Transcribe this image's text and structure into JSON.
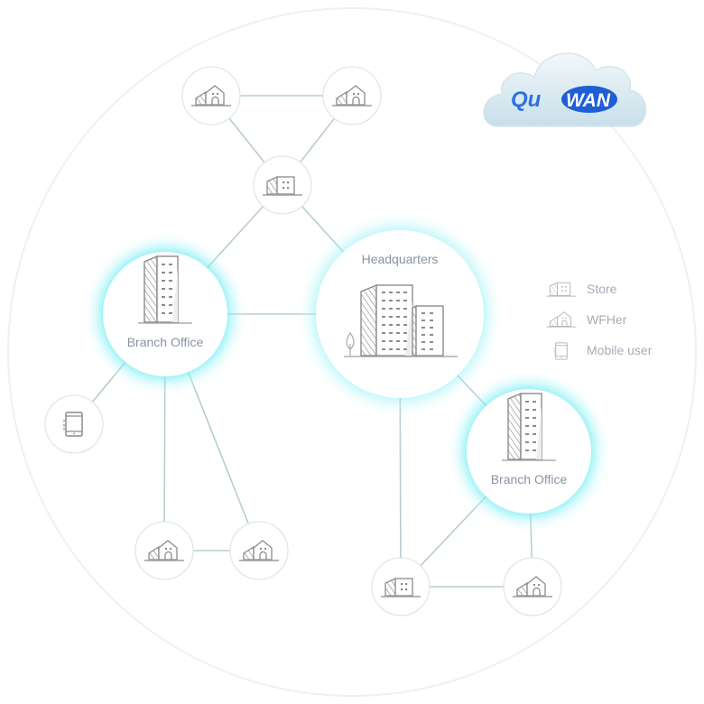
{
  "diagram": {
    "title": "QuWAN network topology",
    "colors": {
      "link": "#b7cdd2",
      "outer_ring": "#eef0f1",
      "node_border": "#e2e6e8",
      "glow": "#5ee9f2",
      "icon_stroke": "#8c8c8c",
      "label": "#8a93a3",
      "logo_blue": "#1f5fd6"
    },
    "logo": {
      "part1": "Qu",
      "part2": "WAN",
      "icon": "cloud-icon"
    },
    "nodes": [
      {
        "id": "wfh1",
        "type": "wfher",
        "label": "",
        "icon": "house-icon"
      },
      {
        "id": "wfh2",
        "type": "wfher",
        "label": "",
        "icon": "house-icon"
      },
      {
        "id": "store1",
        "type": "store",
        "label": "",
        "icon": "store-icon"
      },
      {
        "id": "branch1",
        "type": "branch",
        "label": "Branch Office",
        "icon": "office-building-icon"
      },
      {
        "id": "hq",
        "type": "hq",
        "label": "Headquarters",
        "icon": "headquarters-buildings-icon"
      },
      {
        "id": "branch2",
        "type": "branch",
        "label": "Branch Office",
        "icon": "office-building-icon"
      },
      {
        "id": "mobile1",
        "type": "mobile",
        "label": "",
        "icon": "mobile-phone-icon"
      },
      {
        "id": "wfh3",
        "type": "wfher",
        "label": "",
        "icon": "house-icon"
      },
      {
        "id": "wfh4",
        "type": "wfher",
        "label": "",
        "icon": "house-icon"
      },
      {
        "id": "store2",
        "type": "store",
        "label": "",
        "icon": "store-icon"
      },
      {
        "id": "wfh5",
        "type": "wfher",
        "label": "",
        "icon": "house-icon"
      }
    ],
    "links": [
      [
        "wfh1",
        "wfh2"
      ],
      [
        "wfh1",
        "store1"
      ],
      [
        "wfh2",
        "store1"
      ],
      [
        "store1",
        "branch1"
      ],
      [
        "store1",
        "hq"
      ],
      [
        "branch1",
        "hq"
      ],
      [
        "branch1",
        "mobile1"
      ],
      [
        "branch1",
        "wfh3"
      ],
      [
        "branch1",
        "wfh4"
      ],
      [
        "wfh3",
        "wfh4"
      ],
      [
        "hq",
        "branch2"
      ],
      [
        "hq",
        "store2"
      ],
      [
        "branch2",
        "store2"
      ],
      [
        "branch2",
        "wfh5"
      ],
      [
        "store2",
        "wfh5"
      ]
    ],
    "legend": [
      {
        "icon": "store-icon",
        "label": "Store"
      },
      {
        "icon": "house-icon",
        "label": "WFHer"
      },
      {
        "icon": "mobile-phone-icon",
        "label": "Mobile user"
      }
    ]
  }
}
